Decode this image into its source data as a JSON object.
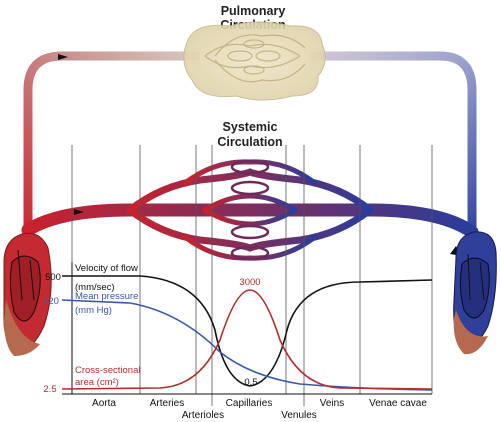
{
  "titles": {
    "pulmonary_line1": "Pulmonary",
    "pulmonary_line2": "Circulation",
    "systemic_line1": "Systemic",
    "systemic_line2": "Circulation"
  },
  "segments": [
    "Aorta",
    "Arteries",
    "Arterioles",
    "Capillaries",
    "Venules",
    "Veins",
    "Venae cavae"
  ],
  "curves": {
    "velocity": {
      "label_line1": "Velocity of flow",
      "label_line2": "(mm/sec)",
      "value_label": "500",
      "min_label": "0.5",
      "color": "#111111"
    },
    "pressure": {
      "label_line1": "Mean pressure",
      "label_line2": "(mm Hg)",
      "value_label": "120",
      "color": "#3b57a8"
    },
    "area": {
      "label_line1": "Cross-sectional",
      "label_line2": "area (cm²)",
      "value_label": "2.5",
      "peak_label": "3000",
      "color": "#b03030"
    }
  },
  "colors": {
    "arterial": "#c42a32",
    "venous": "#2f3f9a",
    "mixed": "#7a3a6a",
    "heart_muscle": "#b56a50"
  }
}
